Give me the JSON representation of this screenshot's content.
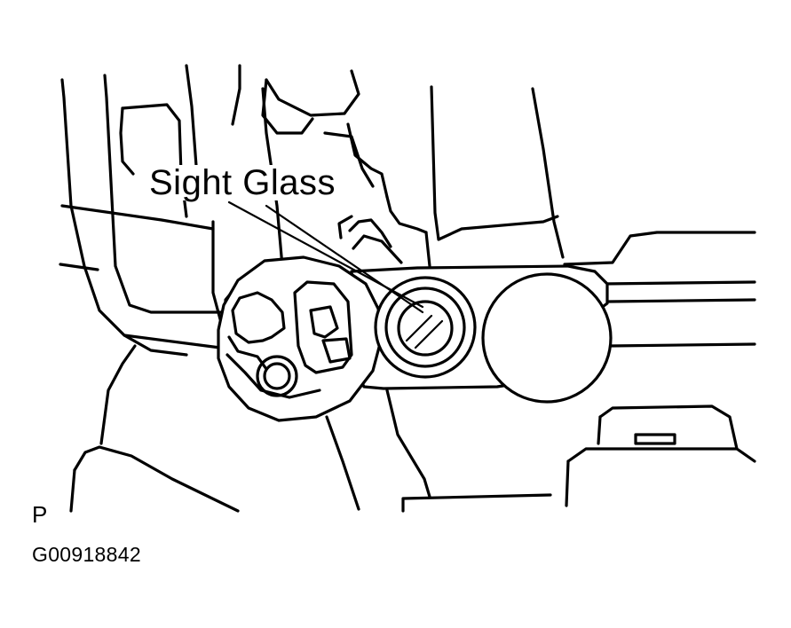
{
  "callout": {
    "label": "Sight Glass"
  },
  "figure": {
    "view_code": "P",
    "id": "G00918842"
  },
  "colors": {
    "line": "#000000",
    "background": "#ffffff"
  }
}
